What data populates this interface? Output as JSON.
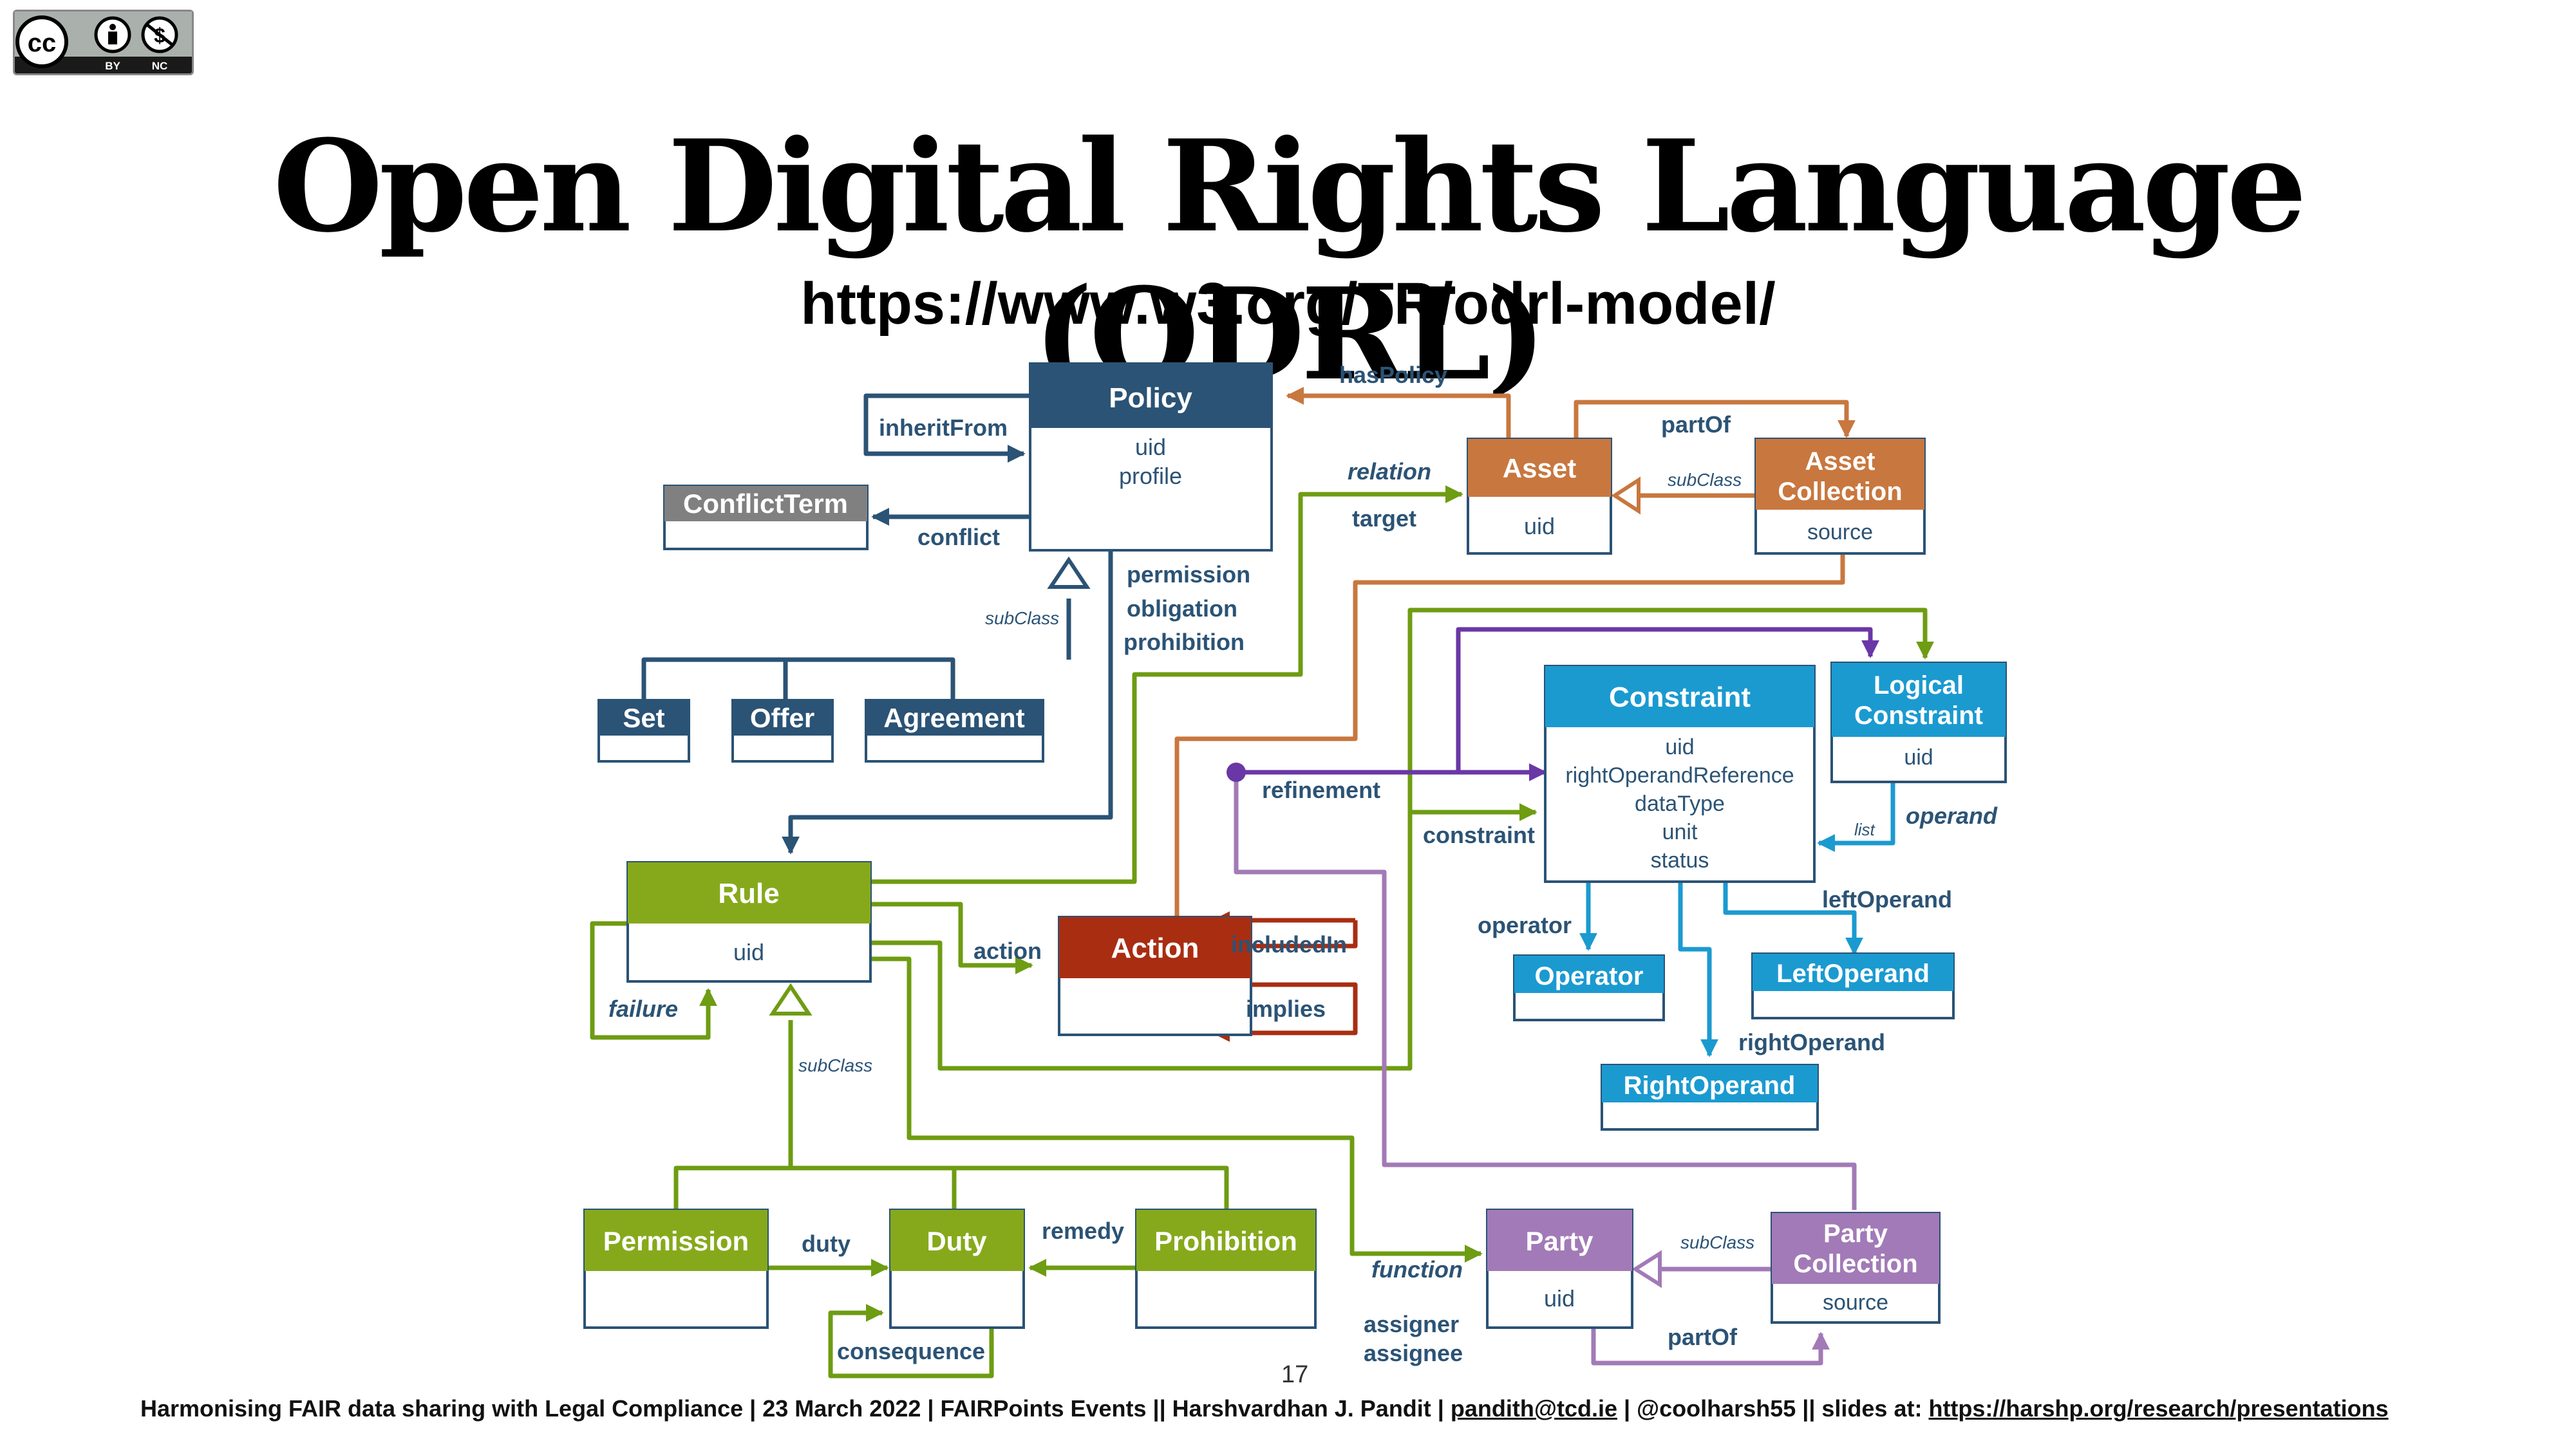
{
  "license": {
    "text": "cc",
    "by": "BY",
    "nc": "NC"
  },
  "title": "Open Digital Rights Language (ODRL)",
  "url": "https://www.w3.org/TR/odrl-model/",
  "diagram": {
    "classes": {
      "policy": {
        "name": "Policy",
        "attrs": [
          "uid",
          "profile"
        ]
      },
      "conflict_term": {
        "name": "ConflictTerm"
      },
      "set": {
        "name": "Set"
      },
      "offer": {
        "name": "Offer"
      },
      "agreement": {
        "name": "Agreement"
      },
      "asset": {
        "name": "Asset",
        "attrs": [
          "uid"
        ]
      },
      "asset_collection": {
        "name": "Asset\nCollection",
        "attrs": [
          "source"
        ]
      },
      "constraint": {
        "name": "Constraint",
        "attrs": [
          "uid",
          "rightOperandReference",
          "dataType",
          "unit",
          "status"
        ]
      },
      "logical_constraint": {
        "name": "Logical\nConstraint",
        "attrs": [
          "uid"
        ]
      },
      "rule": {
        "name": "Rule",
        "attrs": [
          "uid"
        ]
      },
      "action": {
        "name": "Action"
      },
      "operator": {
        "name": "Operator"
      },
      "left_operand": {
        "name": "LeftOperand"
      },
      "right_operand": {
        "name": "RightOperand"
      },
      "permission": {
        "name": "Permission"
      },
      "duty": {
        "name": "Duty"
      },
      "prohibition": {
        "name": "Prohibition"
      },
      "party": {
        "name": "Party",
        "attrs": [
          "uid"
        ]
      },
      "party_collection": {
        "name": "Party\nCollection",
        "attrs": [
          "source"
        ]
      }
    },
    "labels": {
      "has_policy": "hasPolicy",
      "part_of_asset": "partOf",
      "sub_class_asset": "subClass",
      "inherit_from": "inheritFrom",
      "conflict": "conflict",
      "sub_class_policy": "subClass",
      "relation": "relation",
      "target": "target",
      "permission": "permission",
      "obligation": "obligation",
      "prohibition": "prohibition",
      "refinement": "refinement",
      "constraint": "constraint",
      "list": "list",
      "operand": "operand",
      "operator": "operator",
      "left_operand": "leftOperand",
      "right_operand": "rightOperand",
      "action": "action",
      "included_in": "includedIn",
      "implies": "implies",
      "failure": "failure",
      "sub_class_rule": "subClass",
      "duty": "duty",
      "remedy": "remedy",
      "consequence": "consequence",
      "function": "function",
      "assigner": "assigner",
      "assignee": "assignee",
      "sub_class_party": "subClass",
      "part_of_party": "partOf"
    },
    "colors": {
      "policy": "#2b5375",
      "conflict": "#808080",
      "asset": "#c8773f",
      "constraint": "#1b9ad0",
      "rule": "#86a91c",
      "action": "#a92d11",
      "party": "#a27ab7",
      "refinement": "#6a37a6"
    }
  },
  "page_number": "17",
  "footer": {
    "text": "Harmonising FAIR data sharing with Legal Compliance | 23 March 2022 | FAIRPoints Events  || Harshvardhan J. Pandit | ",
    "email": "pandith@tcd.ie",
    "middle": " | @coolharsh55  || slides at: ",
    "link": "https://harshp.org/research/presentations"
  }
}
